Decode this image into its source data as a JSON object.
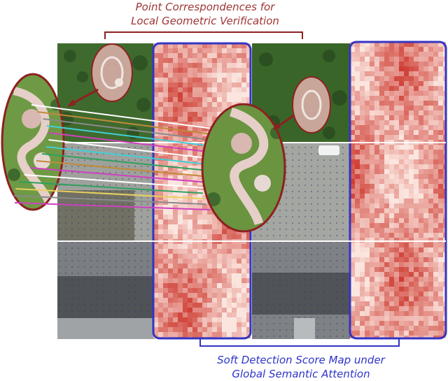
{
  "top_caption": {
    "line1": "Point  Correspondences for",
    "line2": "Local Geometric Verification",
    "color": "#a03535"
  },
  "bottom_caption": {
    "line1": "Soft Detection Score Map under",
    "line2": "Global Semantic Attention",
    "color": "#2f34c8"
  },
  "colors": {
    "score_low": "#fbe6df",
    "score_high": "#c8261c",
    "frame_blue": "#3434c4",
    "ellipse_red": "#8e2020"
  },
  "rows": [
    {
      "content": "park aerial image"
    },
    {
      "content": "rooftop aerial image"
    },
    {
      "content": "building aerial image"
    }
  ],
  "correspondence_lines": [
    {
      "color": "#ffffff"
    },
    {
      "color": "#c08a3a"
    },
    {
      "color": "#8a8a8a"
    },
    {
      "color": "#40d0d8"
    },
    {
      "color": "#d040c0"
    },
    {
      "color": "#ffffff"
    },
    {
      "color": "#40d0d8"
    },
    {
      "color": "#30a060"
    },
    {
      "color": "#c08a3a"
    },
    {
      "color": "#d040c0"
    },
    {
      "color": "#ffffff"
    },
    {
      "color": "#30a060"
    },
    {
      "color": "#e8d060"
    },
    {
      "color": "#8a8a8a"
    },
    {
      "color": "#d040c0"
    }
  ]
}
